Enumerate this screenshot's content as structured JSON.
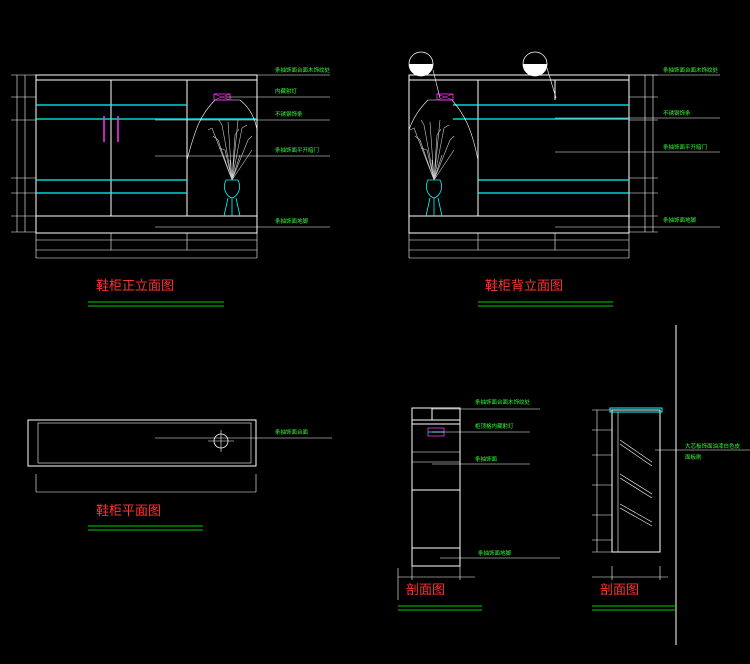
{
  "drawing_titles": {
    "front_elevation": "鞋柜正立面图",
    "back_elevation": "鞋柜背立面图",
    "plan": "鞋柜平面图",
    "section_1": "剖面图",
    "section_2": "剖面图"
  },
  "notes": {
    "front": [
      "条抽饰面台面木饰纹处",
      "内藏射灯",
      "不锈钢饰条",
      "条抽饰面平开暗门",
      "条抽饰面地脚"
    ],
    "back": [
      "条抽饰面台面木饰纹处",
      "不锈钢饰条",
      "条抽饰面平开暗门",
      "条抽饰面地脚"
    ],
    "plan": [
      "条抽饰面台面"
    ],
    "section_1": [
      "条抽饰面台面木饰纹处",
      "柜顶格内藏射灯",
      "条抽饰面",
      "条抽饰面地脚"
    ],
    "section_2": [
      "大芯板饰面油漆白色皮",
      "面板刷"
    ]
  },
  "colors": {
    "background": "#000000",
    "title": "#ff3333",
    "annotation": "#33ff33",
    "glass_line": "#00ffff",
    "handle": "#ff33ff",
    "linework": "#ffffff"
  }
}
